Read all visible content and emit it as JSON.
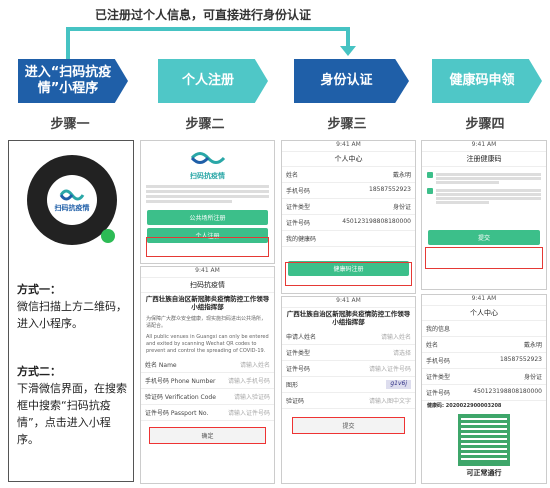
{
  "top_note": "已注册过个人信息，可直接进行身份认证",
  "steps": [
    {
      "box": "进入“扫码抗疫情”小程序",
      "label": "步骤一",
      "color": "#1f5fa8"
    },
    {
      "box": "个人注册",
      "label": "步骤二",
      "color": "#4fc7c7"
    },
    {
      "box": "身份认证",
      "label": "步骤三",
      "color": "#1f5fa8"
    },
    {
      "box": "健康码申领",
      "label": "步骤四",
      "color": "#4fc7c7"
    }
  ],
  "left": {
    "qr_caption": "扫码抗疫情",
    "method1_title": "方式一：",
    "method1_text": "微信扫描上方二维码，进入小程序。",
    "method2_title": "方式二：",
    "method2_text": "下滑微信界面，在搜索框中搜索“扫码抗疫情”，点击进入小程序。"
  },
  "phone_a": {
    "app_name": "扫码抗疫情",
    "btn_public": "公共场所注册",
    "btn_personal": "个人注册"
  },
  "phone_b": {
    "time": "9:41 AM",
    "app_name": "扫码抗疫情",
    "header": "广西壮族自治区新冠肺炎疫情防控工作领导小组指挥部",
    "intro": "为保障广大群众安全健康，现实施扫码进出公共场所，请配合。",
    "intro_en": "All public venues in Guangxi can only be entered and exited by scanning Wechat QR codes to prevent and control the spreading of COVID-19.",
    "fields": [
      "姓名 Name",
      "手机号码 Phone Number",
      "验证码 Verification Code",
      "证件号码 Passport No."
    ],
    "placeholders": [
      "请输入姓名",
      "请输入手机号码",
      "请输入验证码",
      "请输入证件号码"
    ],
    "confirm": "确定"
  },
  "phone_c": {
    "time": "9:41 AM",
    "title": "个人中心",
    "rows": [
      [
        "姓名",
        "戴永明"
      ],
      [
        "手机号码",
        "18587552923"
      ],
      [
        "证件类型",
        "身份证"
      ],
      [
        "证件号码",
        "450123198808180000"
      ]
    ],
    "section": "我的健康码",
    "btn": "健康码注册"
  },
  "phone_d": {
    "time": "9:41 AM",
    "header": "广西壮族自治区新冠肺炎疫情防控工作领导小组指挥部",
    "fields": [
      "申请人姓名",
      "证件类型",
      "证件号码",
      "图形",
      "验证码"
    ],
    "values": [
      "请输入姓名",
      "请选择",
      "请输入证件号码",
      "",
      "请输入图中文字"
    ],
    "captcha": "g1v6j",
    "submit": "提交"
  },
  "phone_e": {
    "time": "9:41 AM",
    "title": "注册健康码",
    "btn": "提交"
  },
  "phone_f": {
    "time": "9:41 AM",
    "title": "个人中心",
    "rows": [
      [
        "我的信息",
        ""
      ],
      [
        "姓名",
        "戴永明"
      ],
      [
        "手机号码",
        "18587552923"
      ],
      [
        "证件类型",
        "身份证"
      ],
      [
        "证件号码",
        "450123198808180000"
      ]
    ],
    "code_label": "健康码: 2020022900003208",
    "status": "可正常通行"
  }
}
